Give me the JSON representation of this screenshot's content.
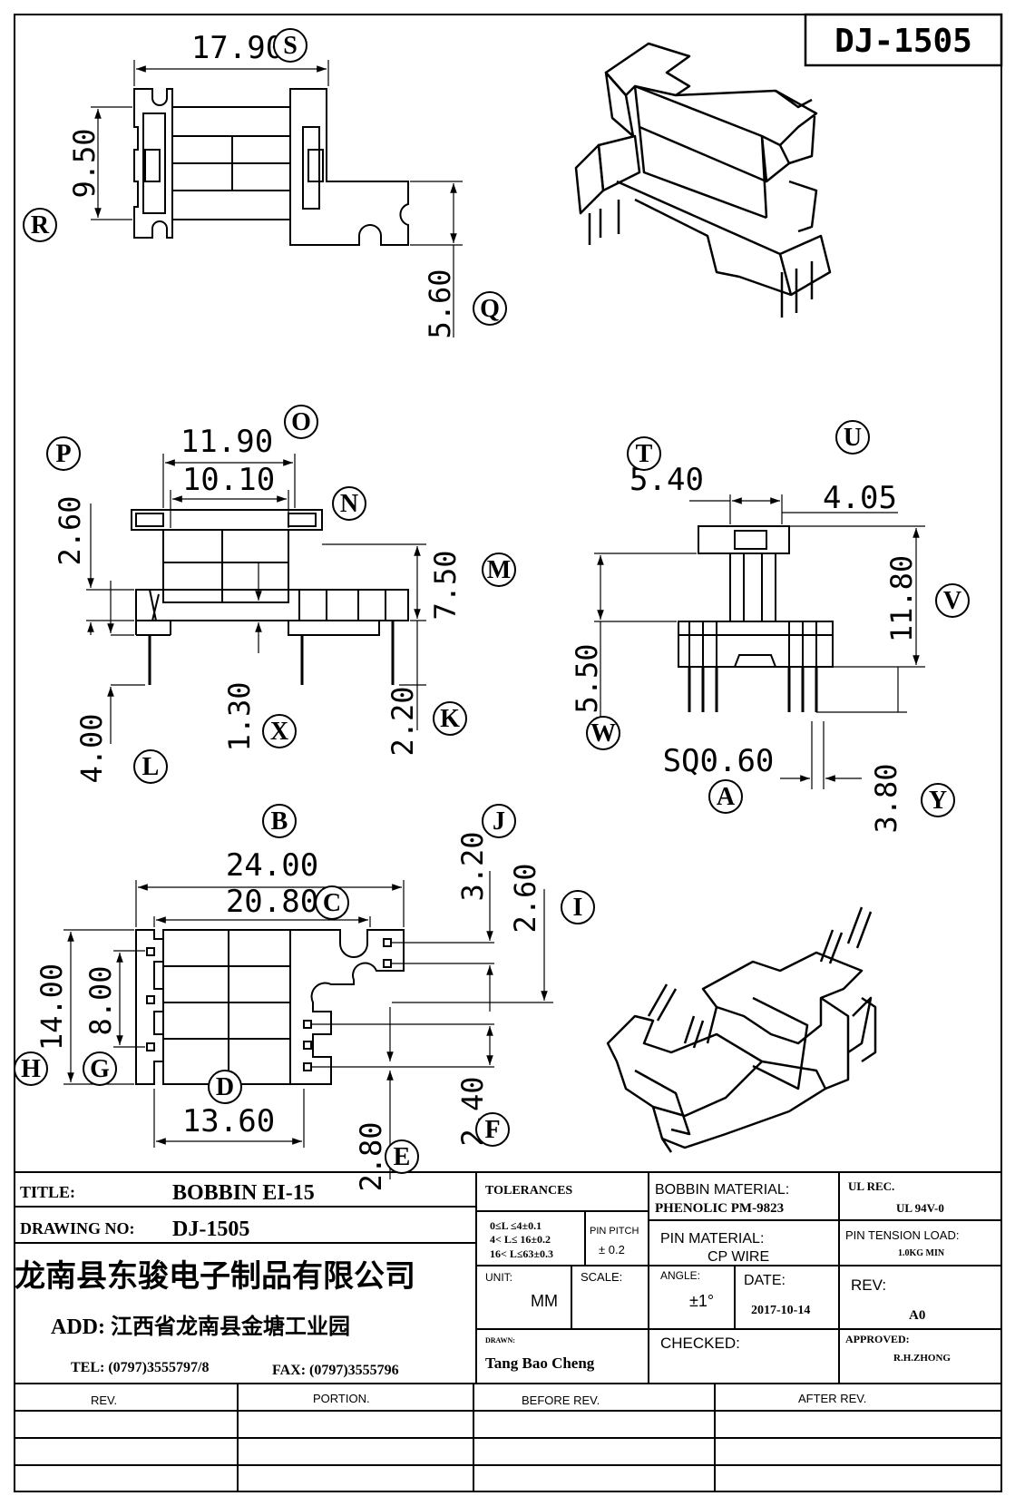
{
  "drawing_id": "DJ-1505",
  "dimensions": {
    "S": "17.90",
    "R": "9.50",
    "Q": "5.60",
    "O": "11.90",
    "N": "10.10",
    "P": "2.60",
    "M": "7.50",
    "X": "1.30",
    "K": "2.20",
    "L": "4.00",
    "T": "5.40",
    "U": "4.05",
    "V": "11.80",
    "W": "5.50",
    "A": "SQ0.60",
    "Y": "3.80",
    "B": "24.00",
    "C": "20.80",
    "J": "3.20",
    "I": "2.60",
    "H": "14.00",
    "G": "8.00",
    "D": "13.60",
    "F": "2.40",
    "E": "2.80"
  },
  "callouts": [
    "S",
    "R",
    "Q",
    "O",
    "P",
    "N",
    "M",
    "X",
    "K",
    "L",
    "T",
    "U",
    "V",
    "W",
    "A",
    "Y",
    "B",
    "C",
    "J",
    "I",
    "H",
    "G",
    "D",
    "F",
    "E"
  ],
  "title_block": {
    "title_label": "TITLE:",
    "title_value": "BOBBIN EI-15",
    "drawing_no_label": "DRAWING NO:",
    "drawing_no_value": "DJ-1505",
    "company": "龙南县东骏电子制品有限公司",
    "address": "ADD: 江西省龙南县金塘工业园",
    "tel": "TEL: (0797)3555797/8",
    "fax": "FAX: (0797)3555796",
    "tolerances_label": "TOLERANCES",
    "tol_line1": "0≤L ≤4±0.1",
    "tol_line2": "4< L≤ 16±0.2",
    "tol_line3": "16< L≤63±0.3",
    "pin_pitch_label": "PIN PITCH",
    "pin_pitch_value": "± 0.2",
    "bobbin_material_label": "BOBBIN MATERIAL:",
    "bobbin_material_value": "PHENOLIC PM-9823",
    "ul_rec_label": "UL REC.",
    "ul_rec_value": "UL 94V-0",
    "pin_material_label": "PIN MATERIAL:",
    "pin_material_value": "CP WIRE",
    "pin_tension_label": "PIN TENSION LOAD:",
    "pin_tension_value": "1.0KG MIN",
    "unit_label": "UNIT:",
    "unit_value": "MM",
    "scale_label": "SCALE:",
    "angle_label": "ANGLE:",
    "angle_value": "±1°",
    "date_label": "DATE:",
    "date_value": "2017-10-14",
    "rev_label": "REV:",
    "rev_value": "A0",
    "drawn_label": "DRAWN:",
    "drawn_value": "Tang Bao Cheng",
    "checked_label": "CHECKED:",
    "approved_label": "APPROVED:",
    "approved_value": "R.H.ZHONG"
  },
  "revision_table": {
    "headers": [
      "REV.",
      "PORTION.",
      "BEFORE REV.",
      "AFTER REV."
    ]
  }
}
